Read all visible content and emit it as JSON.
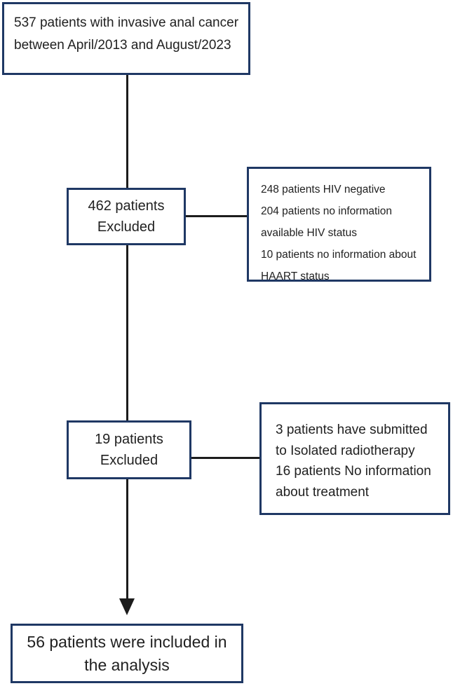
{
  "boxes": {
    "start": {
      "lines": [
        "537 patients with invasive anal cancer",
        "between April/2013 and August/2023"
      ]
    },
    "excluded_first": {
      "lines": [
        "462 patients",
        "Excluded"
      ]
    },
    "exclusion_reasons_hiv": {
      "lines": [
        "248 patients HIV negative",
        "204 patients no information",
        "available HIV status",
        "10 patients no information about",
        "HAART status"
      ]
    },
    "excluded_second": {
      "lines": [
        "19 patients",
        "Excluded"
      ]
    },
    "exclusion_reasons_treatment": {
      "lines": [
        "3 patients have submitted",
        "to Isolated radiotherapy",
        "16 patients No information",
        "about treatment"
      ]
    },
    "included": {
      "lines": [
        "56 patients were included in",
        "the analysis"
      ]
    }
  },
  "colors": {
    "box_border": "#1f3864",
    "connector": "#1c1c1c",
    "text": "#212121",
    "background": "#ffffff"
  }
}
